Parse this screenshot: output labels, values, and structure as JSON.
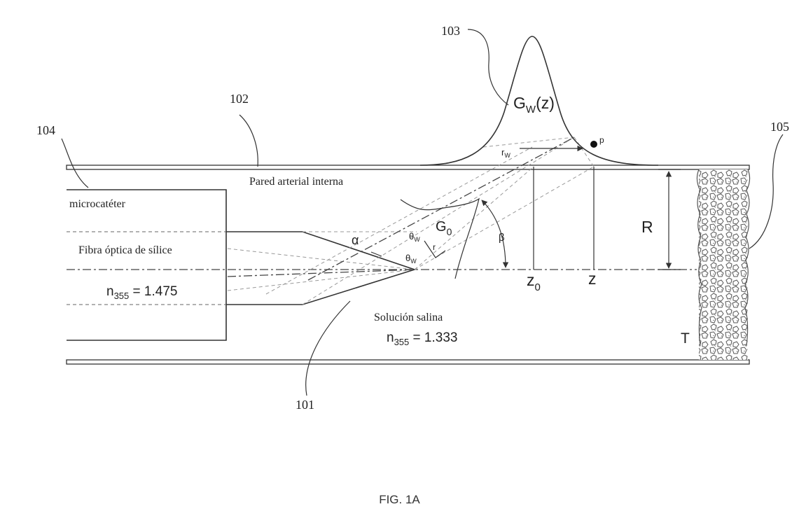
{
  "reference_numerals": {
    "r101": "101",
    "r102": "102",
    "r103": "103",
    "r104": "104",
    "r105": "105"
  },
  "labels": {
    "inner_wall": "Pared arterial interna",
    "microcatheter": "microcatéter",
    "fiber": "Fibra óptica de sílice",
    "fiber_index_base": "n",
    "fiber_index_sub": "355",
    "fiber_index_val": " = 1.475",
    "saline": "Solución salina",
    "saline_index_base": "n",
    "saline_index_sub": "355",
    "saline_index_val": " = 1.333",
    "gw_base": "G",
    "gw_sub": "W",
    "gw_arg": "(z)",
    "g0_base": "G",
    "g0_sub": "0",
    "rw_base": "r",
    "rw_sub": "W",
    "point_p": "p",
    "alpha": "α",
    "beta": "β",
    "theta_base": "θ",
    "theta_sub": "W",
    "r_small": "r",
    "radius": "R",
    "z0_base": "z",
    "z0_sub": "0",
    "z": "z",
    "tissue": "T"
  },
  "caption": "FIG. 1A"
}
